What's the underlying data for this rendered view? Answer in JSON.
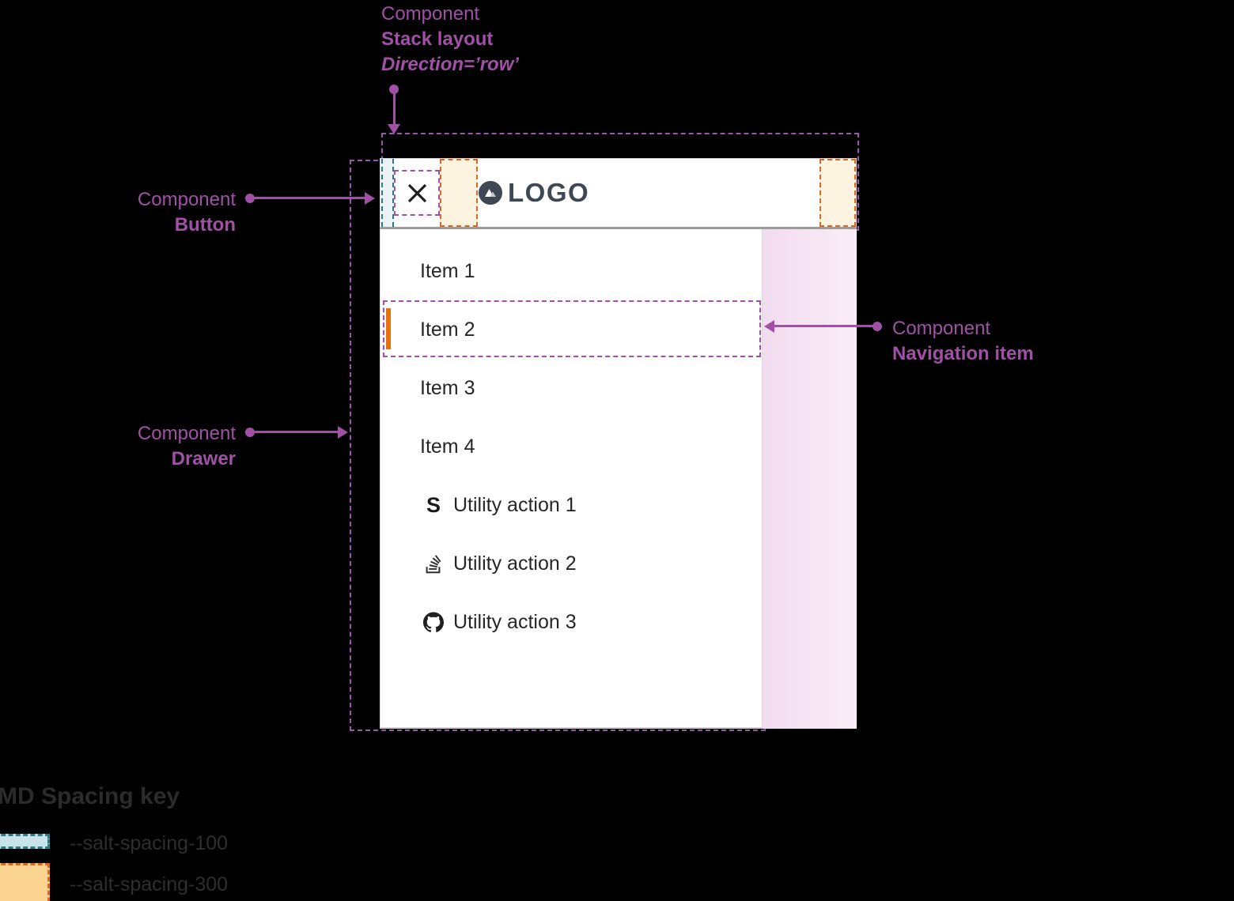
{
  "annotations": {
    "stack_layout": {
      "line1": "Component",
      "line2": "Stack layout",
      "line3": "Direction=’row’"
    },
    "button": {
      "line1": "Component",
      "line2": "Button"
    },
    "drawer": {
      "line1": "Component",
      "line2": "Drawer"
    },
    "nav_item": {
      "line1": "Component",
      "line2": "Navigation item"
    }
  },
  "header": {
    "logo_text": "LOGO"
  },
  "drawer": {
    "items": [
      {
        "label": "Item 1",
        "active": false
      },
      {
        "label": "Item 2",
        "active": true
      },
      {
        "label": "Item 3",
        "active": false
      },
      {
        "label": "Item 4",
        "active": false
      }
    ],
    "utilities": [
      {
        "label": "Utility action 1",
        "icon": "symphony-icon",
        "glyph": "S"
      },
      {
        "label": "Utility action 2",
        "icon": "stackoverflow-icon"
      },
      {
        "label": "Utility action 3",
        "icon": "github-icon"
      }
    ]
  },
  "legend": {
    "title": "MD Spacing key",
    "entries": [
      {
        "label": "--salt-spacing-100",
        "border_color": "#2a7d8a",
        "fill_color": "#c9e4e9"
      },
      {
        "label": "--salt-spacing-300",
        "border_color": "#e3661b",
        "fill_color": "#fbd491"
      }
    ]
  },
  "colors": {
    "annotation_purple": "#a14fa7",
    "guide_purple": "#9c58a8",
    "spacing_100_teal": "#2a7d8a",
    "spacing_300_orange": "#e3661b",
    "active_indicator_orange": "#e8700f",
    "logo_slate": "#3e4753",
    "backdrop_pink": "#f2dcef"
  }
}
